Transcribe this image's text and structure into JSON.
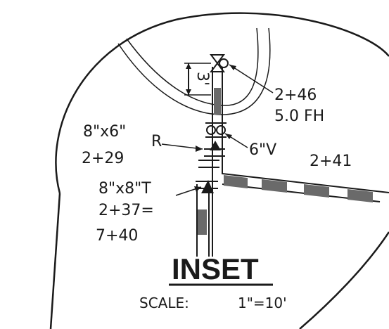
{
  "inset": {
    "title": "INSET",
    "scale_label": "SCALE:",
    "scale_value": "1\"=10'"
  },
  "callouts": {
    "dimension": "3'",
    "hydrant_station": "2+46",
    "hydrant_label": "5.0 FH",
    "reducer_size": "8\"x6\"",
    "reducer_code": "R",
    "reducer_station": "2+29",
    "valve_label": "6\"V",
    "valve_station": "2+41",
    "tee_label": "8\"x8\"T",
    "tee_station_a": "2+37=",
    "tee_station_b": "7+40"
  },
  "colors": {
    "ink": "#1a1a1a",
    "pipe_fill": "#6a6a6a",
    "paper": "#ffffff"
  }
}
